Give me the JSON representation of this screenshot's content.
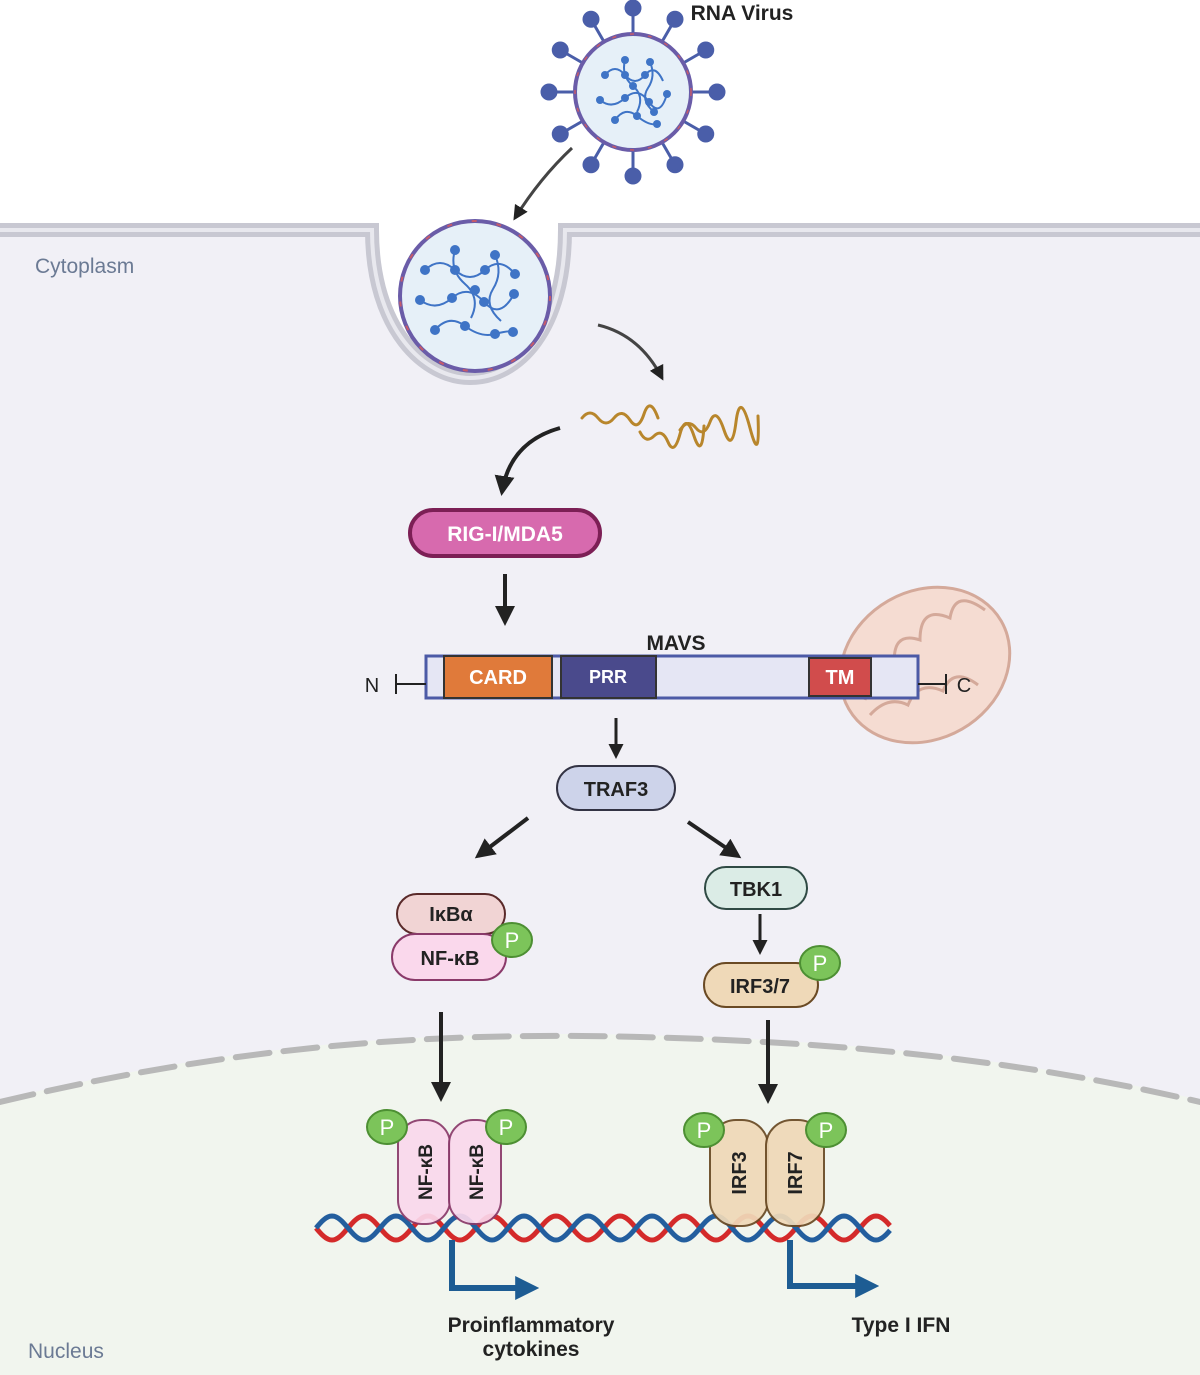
{
  "labels": {
    "virus": "RNA Virus",
    "cytoplasm": "Cytoplasm",
    "nucleus": "Nucleus",
    "rig": "RIG-I/MDA5",
    "mavs": "MAVS",
    "n_term": "N",
    "c_term": "C",
    "card": "CARD",
    "prr": "PRR",
    "tm": "TM",
    "traf3": "TRAF3",
    "tbk1": "TBK1",
    "ikba": "IκBα",
    "nfkb": "NF-κB",
    "irf37": "IRF3/7",
    "irf3": "IRF3",
    "irf7": "IRF7",
    "phospho": "P",
    "proinflammatory_line1": "Proinflammatory",
    "proinflammatory_line2": "cytokines",
    "type1_ifn": "Type I IFN"
  },
  "colors": {
    "cytoplasm_bg": "#f1f0f6",
    "nucleus_bg": "#f1f5ee",
    "membrane": "#c8c8d2",
    "rig_fill": "#d76aae",
    "rig_stroke": "#7c1f55",
    "card": "#e07a3a",
    "prr": "#4a4a8c",
    "tm": "#d14c4c",
    "mavs_bar": "#e5e6f4",
    "mavs_stroke": "#4c5aa6",
    "traf3": "#cdd3ea",
    "tbk1": "#dbece6",
    "ikba": "#f1d4d4",
    "nfkb": "#fad8ec",
    "irf": "#efd9b8",
    "phospho": "#7cc45a",
    "dna_red": "#d42a2a",
    "dna_blue": "#235e9e",
    "transcription_arrow": "#1d5c93",
    "virus_spike": "#4a5ea9",
    "virus_rna": "#3f74c6",
    "mito_fill": "#f5dcd2"
  }
}
